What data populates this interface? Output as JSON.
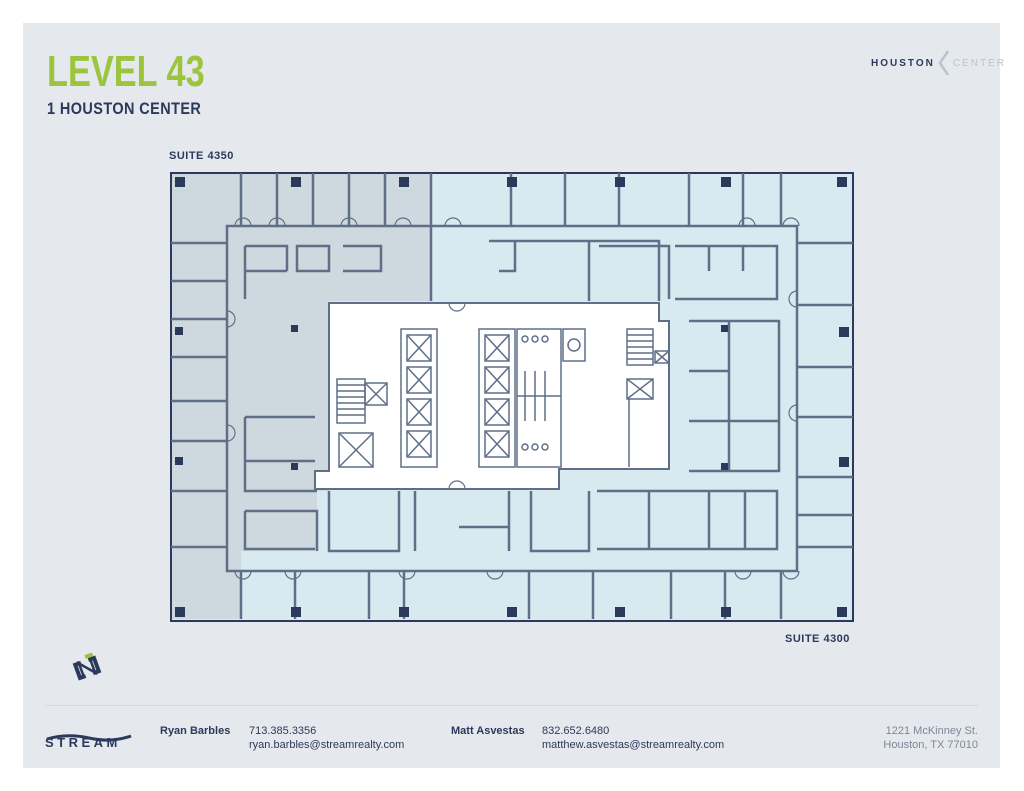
{
  "header": {
    "title": "LEVEL 43",
    "subtitle": "1 HOUSTON CENTER",
    "logo_left": "HOUSTON",
    "logo_right": "CENTER",
    "logo_icon": "chevron-left-icon"
  },
  "floorplan": {
    "suites": [
      {
        "label": "SUITE  4350",
        "fill": "#cdd9de"
      },
      {
        "label": "SUITE  4300",
        "fill": "#d8e9f0"
      }
    ],
    "core_fill": "#ffffff",
    "wall_color": "#5f6f88",
    "column_color": "#2b3a5a"
  },
  "badge": {
    "icon": "stream-n-badge-icon"
  },
  "footer": {
    "brand": "STREAM",
    "contacts": [
      {
        "name": "Ryan Barbles",
        "phone": "713.385.3356",
        "email": "ryan.barbles@streamrealty.com"
      },
      {
        "name": "Matt Asvestas",
        "phone": "832.652.6480",
        "email": "matthew.asvestas@streamrealty.com"
      }
    ],
    "address_line1": "1221 McKinney St.",
    "address_line2": "Houston, TX 77010"
  },
  "colors": {
    "accent_green": "#9bc53d",
    "navy": "#2b3a5a",
    "background": "#e5e9ee"
  }
}
